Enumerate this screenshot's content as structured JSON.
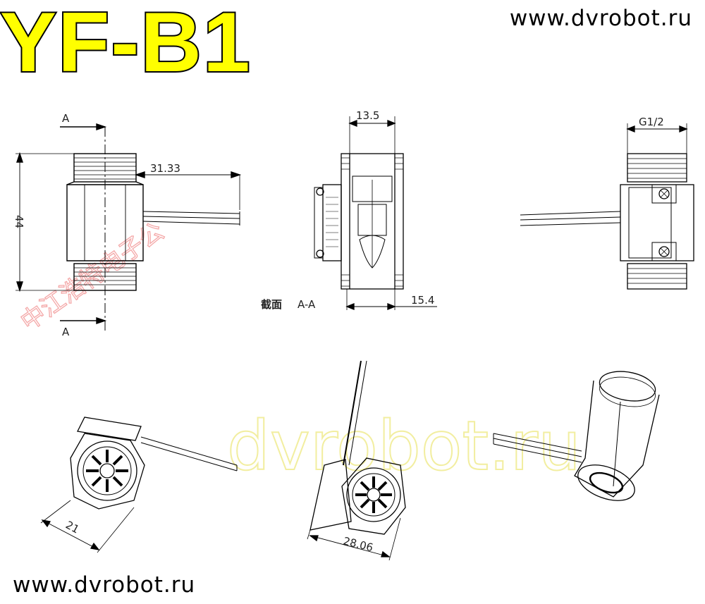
{
  "title": "YF-B1",
  "website_top": "www.dvrobot.ru",
  "website_bottom": "www.dvrobot.ru",
  "watermark": "dvrobot.ru",
  "chinese_watermark": "中江浩特电子公",
  "dimensions": {
    "section_a_top": "A",
    "section_a_bottom": "A",
    "height": "44",
    "wire_length": "31.33",
    "inner_width": "13.5",
    "outer_offset": "15.4",
    "section_label": "截面",
    "section_name": "A-A",
    "thread": "G1/2",
    "width_iso": "21",
    "width_iso2": "28.06"
  },
  "colors": {
    "title_fill": "#ffff00",
    "line": "#000000",
    "watermark": "#f2eea0",
    "chinese_watermark": "#f4a8a8"
  }
}
